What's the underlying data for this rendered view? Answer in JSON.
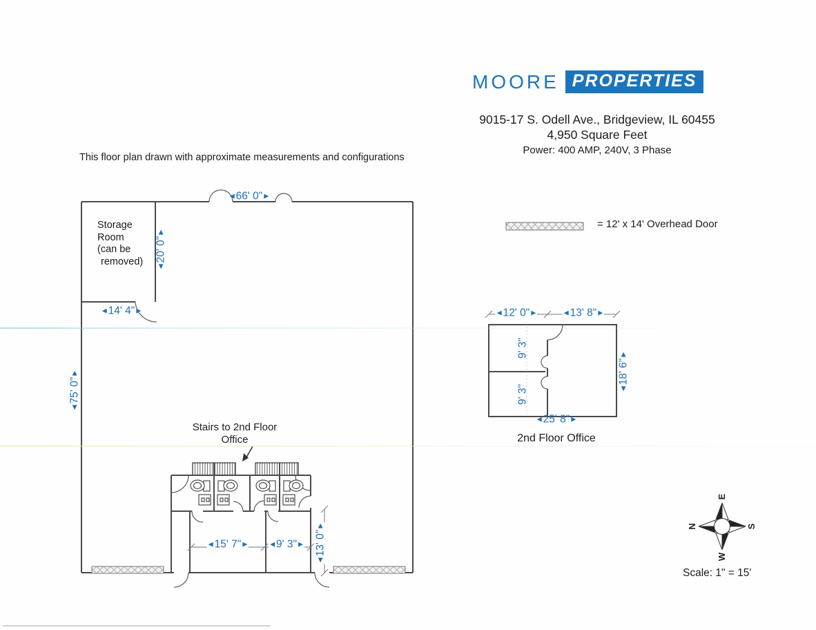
{
  "header": {
    "brand_word": "MOORE",
    "brand_badge": "PROPERTIES",
    "address": "9015-17 S. Odell Ave., Bridgeview, IL 60455",
    "square_feet": "4,950 Square Feet",
    "power": "Power: 400 AMP, 240V, 3 Phase"
  },
  "note": "This floor plan drawn with approximate measurements and configurations",
  "legend": {
    "text": "= 12' x 14' Overhead Door"
  },
  "main_plan": {
    "storage": {
      "line1": "Storage",
      "line2": "Room",
      "line3": "(can be",
      "line4": "removed)"
    },
    "stairs_note": {
      "line1": "Stairs to 2nd Floor",
      "line2": "Office"
    },
    "dims": {
      "width_top": "66' 0\"",
      "height_left": "75' 0\"",
      "storage_height": "20' 0\"",
      "storage_width": "14' 4\"",
      "office_left_width": "15' 7\"",
      "office_right_width": "9' 3\"",
      "office_depth": "13' 0\""
    }
  },
  "second_floor": {
    "title": "2nd Floor Office",
    "dims": {
      "top_left": "12' 0\"",
      "top_right": "13' 8\"",
      "right_height": "18' 6\"",
      "bottom_width": "25' 8\"",
      "upper_room_height": "9' 3\"",
      "lower_room_height": "9' 3\""
    }
  },
  "compass": {
    "n": "N",
    "e": "E",
    "s": "S",
    "w": "W"
  },
  "scale_label": "Scale: 1\" = 15'",
  "icons": {
    "dim_arrow_left": "◀",
    "dim_arrow_right": "▶"
  },
  "colors": {
    "dimension_blue": "#1e6fb8",
    "logo_blue": "#1b75bc",
    "line_gray": "#4a4a4a"
  }
}
